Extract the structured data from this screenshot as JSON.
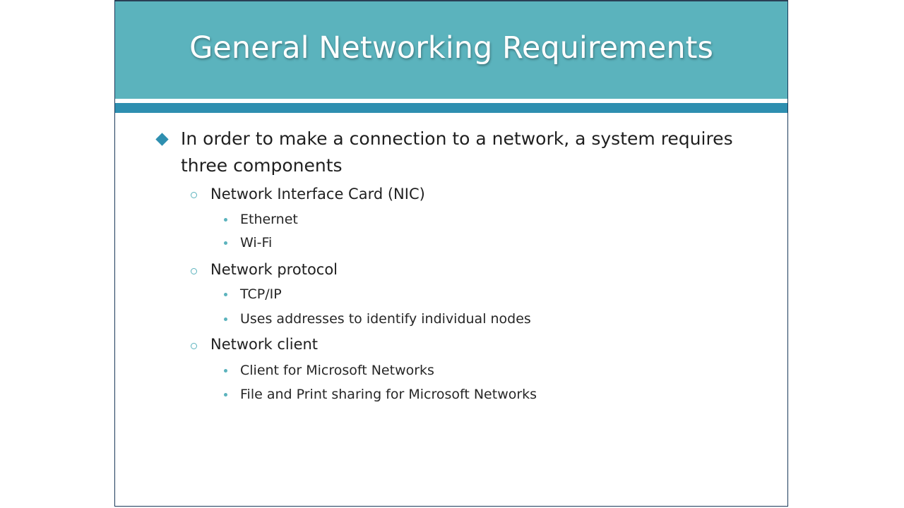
{
  "slide": {
    "title": "General Networking Requirements",
    "bullets": {
      "main": "In order to make a connection to a network, a system requires three components",
      "nic": {
        "label": "Network Interface Card (NIC)",
        "items": [
          "Ethernet",
          "Wi-Fi"
        ]
      },
      "protocol": {
        "label": "Network protocol",
        "items": [
          "TCP/IP",
          "Uses addresses to identify individual nodes"
        ]
      },
      "client": {
        "label": "Network client",
        "items": [
          "Client for Microsoft Networks",
          "File and Print sharing for Microsoft Networks"
        ]
      }
    }
  },
  "colors": {
    "title_band": "#5bb3bd",
    "accent_bar": "#2e8fb0",
    "title_text": "#ffffff",
    "body_text": "#1f1f1f"
  },
  "icons": {
    "level1_bullet": "diamond-bullet-icon",
    "level2_bullet": "circle-bullet-icon",
    "level3_bullet": "dot-bullet-icon"
  }
}
